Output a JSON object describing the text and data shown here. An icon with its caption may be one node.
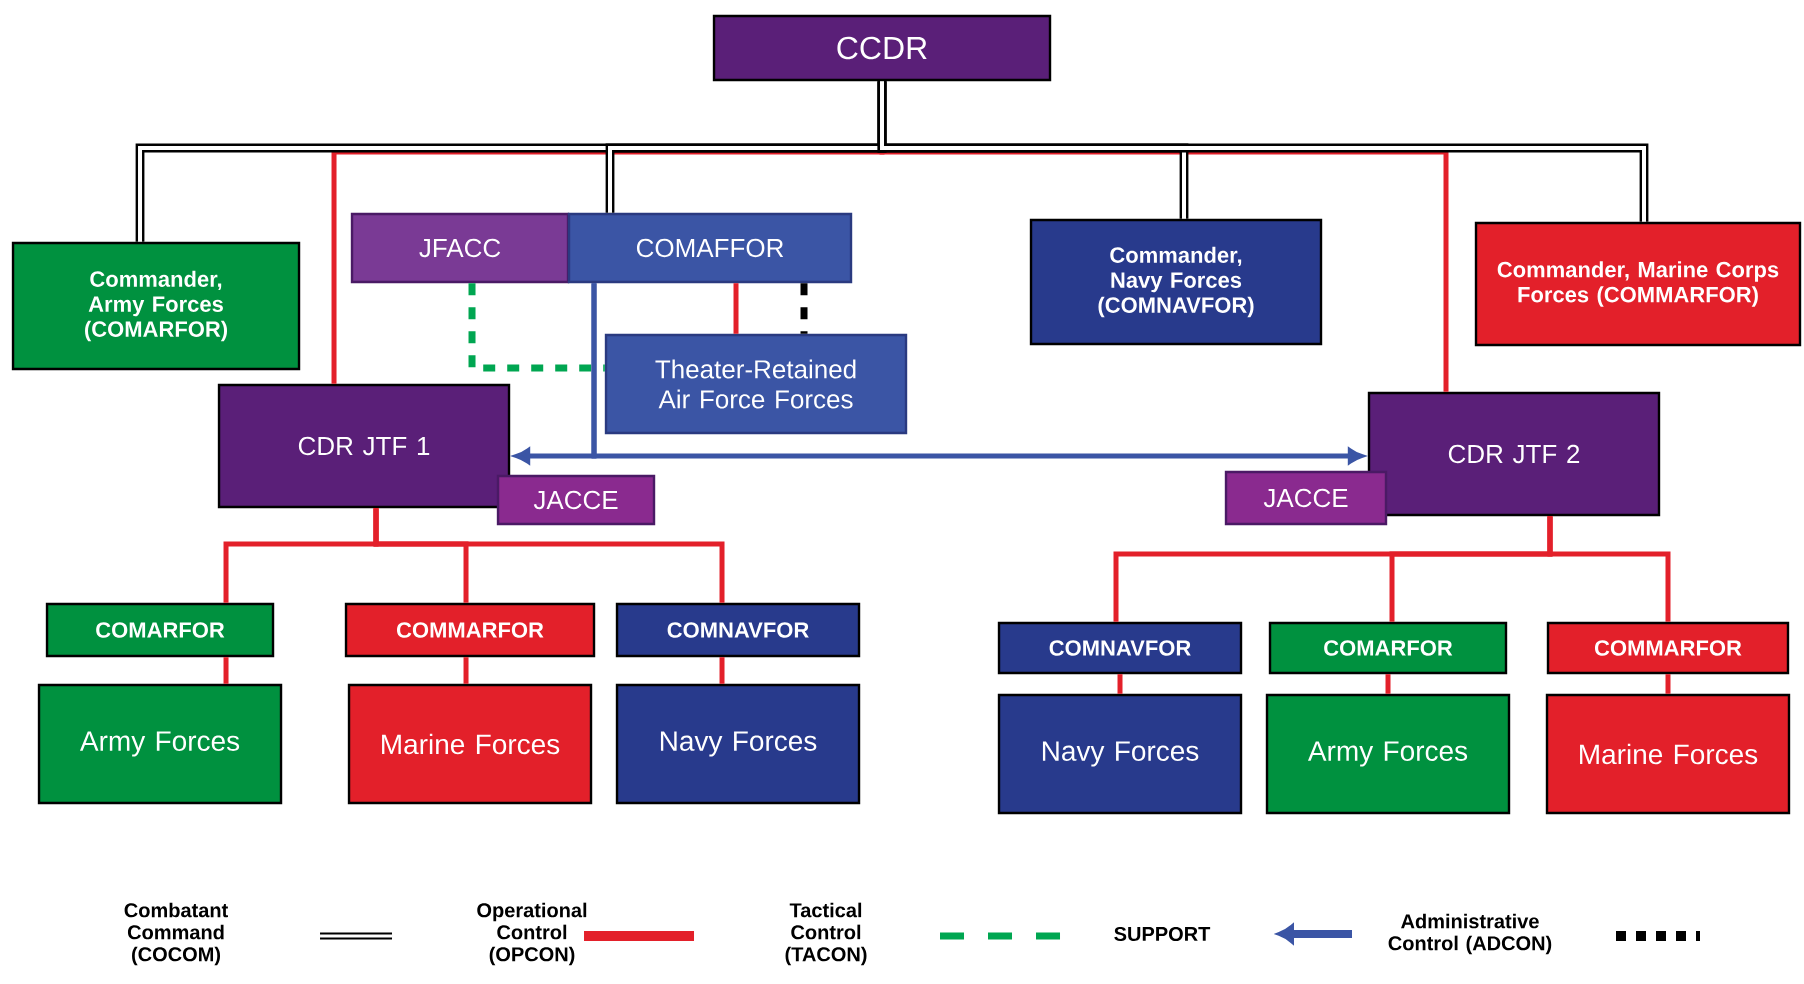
{
  "diagram": {
    "nodes": [
      {
        "text": [
          "CCDR"
        ]
      },
      {
        "text": [
          "Commander, Army Forces (COMARFOR)"
        ]
      },
      {
        "text": [
          "JFACC"
        ]
      },
      {
        "text": [
          "COMAFFOR"
        ]
      },
      {
        "text": [
          "Commander, Navy Forces (COMNAVFOR)"
        ]
      },
      {
        "text": [
          "Commander, Marine Corps Forces (COMMARFOR)"
        ]
      },
      {
        "text": [
          "Theater-Retained Air Force Forces"
        ]
      },
      {
        "text": [
          "CDR JTF 1"
        ]
      },
      {
        "text": [
          "JACCE"
        ]
      },
      {
        "text": [
          "CDR JTF 2"
        ]
      },
      {
        "text": [
          "JACCE"
        ]
      },
      {
        "text": [
          "COMARFOR"
        ]
      },
      {
        "text": [
          "Army Forces"
        ]
      },
      {
        "text": [
          "COMMARFOR"
        ]
      },
      {
        "text": [
          "Marine Forces"
        ]
      },
      {
        "text": [
          "COMNAVFOR"
        ]
      },
      {
        "text": [
          "Navy Forces"
        ]
      },
      {
        "text": [
          "COMNAVFOR"
        ]
      },
      {
        "text": [
          "Navy Forces"
        ]
      },
      {
        "text": [
          "COMARFOR"
        ]
      },
      {
        "text": [
          "Army Forces"
        ]
      },
      {
        "text": [
          "COMMARFOR"
        ]
      },
      {
        "text": [
          "Marine Forces"
        ]
      }
    ],
    "edges": [
      {
        "from": 0,
        "to": 7,
        "arrow": "none"
      },
      {
        "from": 0,
        "to": 9,
        "arrow": "none"
      },
      {
        "from": 0,
        "to": 1,
        "arrow": "none",
        "color": "#000000"
      },
      {
        "from": 0,
        "to": 3,
        "arrow": "none",
        "color": "#000000"
      },
      {
        "from": 0,
        "to": 4,
        "arrow": "none",
        "color": "#000000"
      },
      {
        "from": 0,
        "to": 5,
        "arrow": "none",
        "color": "#000000"
      },
      {
        "from": 3,
        "to": 6,
        "arrow": "none"
      },
      {
        "from": 3,
        "to": 6,
        "arrow": "none",
        "style": "dashed",
        "color": "#000000"
      },
      {
        "from": 2,
        "to": 6,
        "arrow": "none",
        "style": "dashed",
        "color": "#00a651"
      },
      {
        "from": 3,
        "to": 7,
        "arrow": "to",
        "color": "#3b55a5"
      },
      {
        "from": 3,
        "to": 9,
        "arrow": "to",
        "color": "#3b55a5"
      },
      {
        "from": 7,
        "to": 11,
        "arrow": "none"
      },
      {
        "from": 7,
        "to": 13,
        "arrow": "none"
      },
      {
        "from": 7,
        "to": 15,
        "arrow": "none"
      },
      {
        "from": 9,
        "to": 17,
        "arrow": "none"
      },
      {
        "from": 9,
        "to": 19,
        "arrow": "none"
      },
      {
        "from": 9,
        "to": 21,
        "arrow": "none"
      },
      {
        "from": 11,
        "to": 12,
        "arrow": "none"
      },
      {
        "from": 13,
        "to": 14,
        "arrow": "none"
      },
      {
        "from": 15,
        "to": 16,
        "arrow": "none"
      },
      {
        "from": 17,
        "to": 18,
        "arrow": "none"
      },
      {
        "from": 19,
        "to": 20,
        "arrow": "none"
      },
      {
        "from": 21,
        "to": 22,
        "arrow": "none"
      }
    ],
    "legend": [
      {
        "text": "Combatant Command (COCOM)"
      },
      {
        "text": "Operational Control (OPCON)"
      },
      {
        "text": "Tactical Control (TACON)"
      },
      {
        "text": "SUPPORT"
      },
      {
        "text": "Administrative Control (ADCON)"
      }
    ]
  }
}
